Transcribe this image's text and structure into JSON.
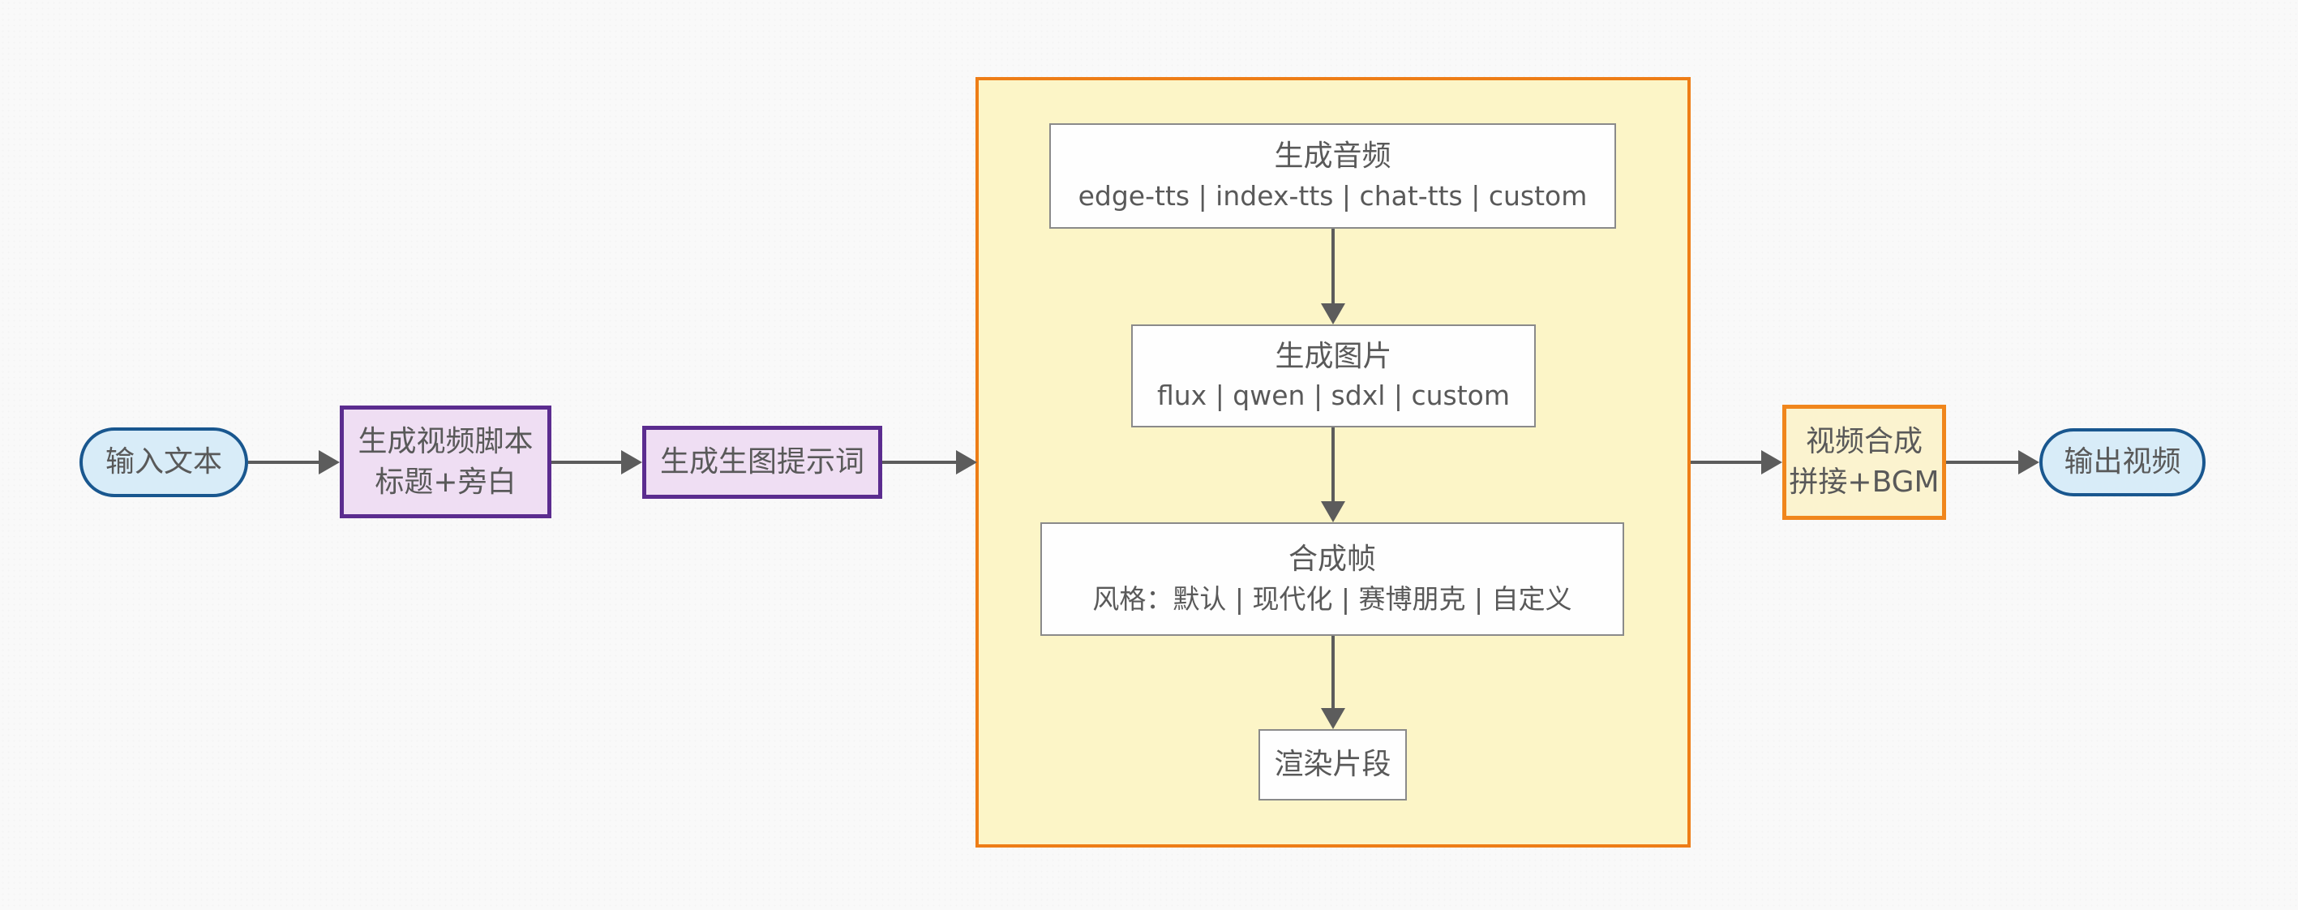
{
  "colors": {
    "background": "#f9f9f9",
    "text": "#595959",
    "arrow": "#5c5c5c",
    "pill_fill": "#d8ecf8",
    "pill_border": "#19578f",
    "purple_fill": "#efdef3",
    "purple_border": "#5b2c8f",
    "container_fill": "#fcf5c7",
    "container_border": "#ee7d16",
    "orange_fill": "#fbf3cf",
    "orange_border": "#f0861c",
    "white_fill": "#fefefe",
    "white_border": "#8a8a8a"
  },
  "nodes": {
    "input": {
      "label": "输入文本"
    },
    "script": {
      "title": "生成视频脚本",
      "subtitle": "标题+旁白"
    },
    "prompt": {
      "label": "生成生图提示词"
    },
    "audio": {
      "title": "生成音频",
      "subtitle": "edge-tts | index-tts | chat-tts | custom"
    },
    "image": {
      "title": "生成图片",
      "subtitle": "flux | qwen | sdxl | custom"
    },
    "frame": {
      "title": "合成帧",
      "subtitle": "风格：默认 | 现代化 | 赛博朋克 | 自定义"
    },
    "render": {
      "label": "渲染片段"
    },
    "compose": {
      "title": "视频合成",
      "subtitle": "拼接+BGM"
    },
    "output": {
      "label": "输出视频"
    }
  },
  "edges": [
    {
      "from": "input",
      "to": "script"
    },
    {
      "from": "script",
      "to": "prompt"
    },
    {
      "from": "prompt",
      "to": "clip-group"
    },
    {
      "from": "audio",
      "to": "image"
    },
    {
      "from": "image",
      "to": "frame"
    },
    {
      "from": "frame",
      "to": "render"
    },
    {
      "from": "clip-group",
      "to": "compose"
    },
    {
      "from": "compose",
      "to": "output"
    }
  ],
  "groups": {
    "clip_group": {
      "children": [
        "audio",
        "image",
        "frame",
        "render"
      ]
    }
  }
}
